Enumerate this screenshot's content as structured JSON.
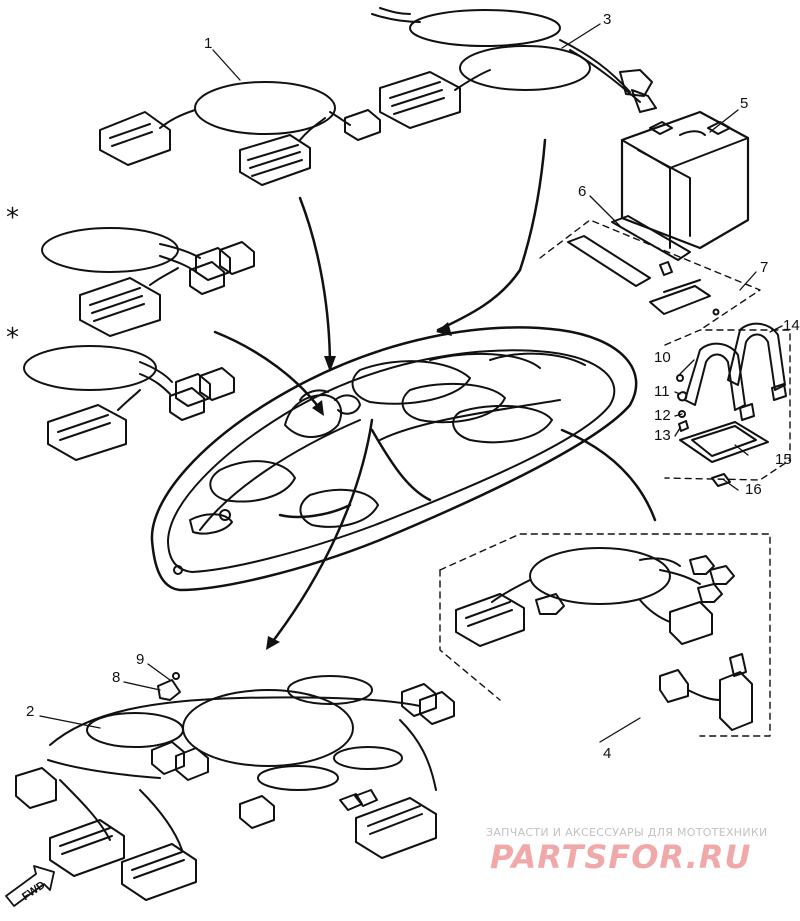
{
  "callouts": {
    "c1": "1",
    "c2": "2",
    "c3": "3",
    "c4": "4",
    "c5": "5",
    "c6": "6",
    "c7": "7",
    "c8": "8",
    "c9": "9",
    "c10": "10",
    "c11": "11",
    "c12": "12",
    "c13": "13",
    "c14": "14",
    "c15": "15",
    "c16": "16",
    "star_a": "*",
    "star_b": "*"
  },
  "fwd_label": "FWD",
  "watermark": {
    "caption": "ЗАПЧАСТИ И АКСЕССУАРЫ ДЛЯ МОТОТЕХНИКИ",
    "logo_text": "PARTSFOR.RU",
    "logo_color": "#f0a8a8"
  },
  "colors": {
    "line": "#111111",
    "background": "#ffffff"
  }
}
